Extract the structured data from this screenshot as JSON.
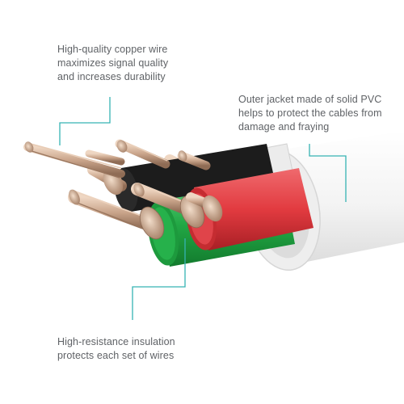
{
  "callouts": {
    "copper": {
      "lines": [
        "High-quality copper wire",
        "maximizes signal quality",
        "and increases durability"
      ]
    },
    "jacket": {
      "lines": [
        "Outer jacket made of solid PVC",
        "helps to protect the cables from",
        "damage and fraying"
      ]
    },
    "insulation": {
      "lines": [
        "High-resistance insulation",
        "protects each set of wires"
      ]
    }
  },
  "colors": {
    "leader_line": "#36b3b3",
    "text": "#5f6266",
    "jacket": "#f4f4f4",
    "insulation_red": "#e23b40",
    "insulation_green": "#22a845",
    "insulation_black": "#1c1c1c",
    "insulation_white": "#ececec",
    "copper": "#c9a48a"
  },
  "icons": {
    "illustration": "usb-cable-cross-section"
  }
}
